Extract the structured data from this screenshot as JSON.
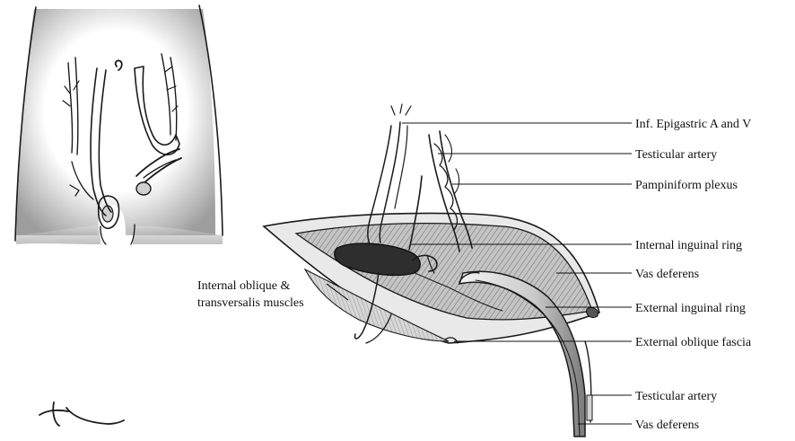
{
  "labels": {
    "inf_epigastric": "Inf. Epigastric A and V",
    "testicular_artery_top": "Testicular artery",
    "pampiniform_plexus": "Pampiniform plexus",
    "internal_inguinal_ring": "Internal inguinal ring",
    "vas_deferens_top": "Vas deferens",
    "internal_oblique_line1": "Internal oblique &",
    "internal_oblique_line2": "transversalis muscles",
    "external_inguinal_ring": "External inguinal ring",
    "external_oblique_fascia": "External oblique fascia",
    "testicular_artery_bottom": "Testicular artery",
    "vas_deferens_bottom": "Vas deferens"
  },
  "colors": {
    "ink": "#1a1a1a",
    "shade": "#9a9a9a",
    "muscle": "#b8b8b8",
    "wound_dark": "#2e2e2e",
    "paper": "#ffffff"
  }
}
